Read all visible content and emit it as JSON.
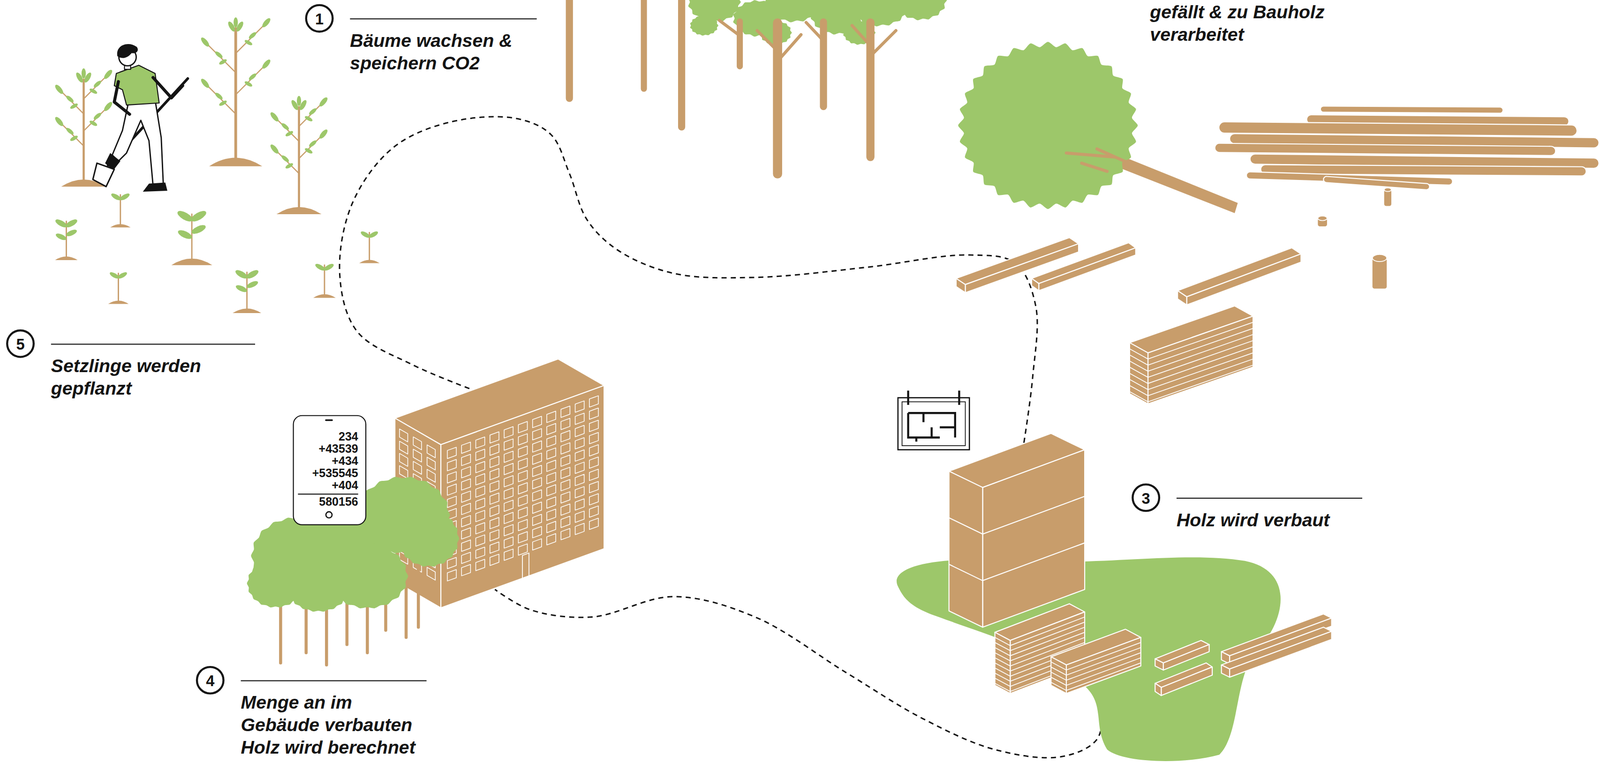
{
  "diagram": {
    "nodes": [
      {
        "text": [
          "1",
          "Bäume wachsen & speichern CO2"
        ]
      },
      {
        "text": [
          "5",
          "Setzlinge werden gepflanzt"
        ]
      },
      {
        "text": [
          "234",
          "+43539",
          "+434",
          "+535545",
          "+404",
          "580156"
        ]
      },
      {
        "text": [
          "3",
          "Holz wird verbaut"
        ]
      },
      {
        "text": [
          "4",
          "Menge an im Gebäude verbauten Holz wird berechnet"
        ]
      }
    ],
    "labels": [
      "gefällt & zu Bauholz verarbeitet"
    ]
  }
}
